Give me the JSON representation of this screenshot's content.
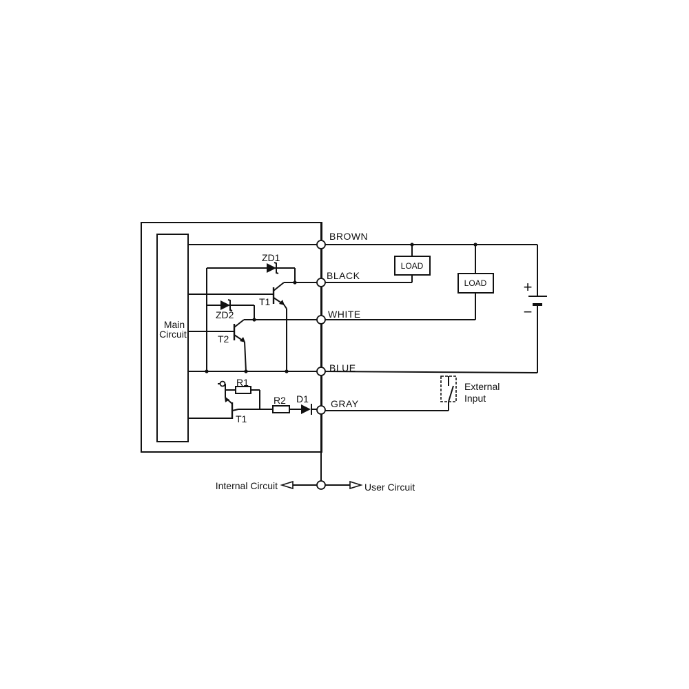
{
  "main_circuit": {
    "line1": "Main",
    "line2": "Circuit"
  },
  "wires": {
    "brown": "BROWN",
    "black": "BLACK",
    "white": "WHITE",
    "blue": "BLUE",
    "gray": "GRAY"
  },
  "components": {
    "zd1": "ZD1",
    "zd2": "ZD2",
    "t1_upper": "T1",
    "t2": "T2",
    "r1": "R1",
    "r2": "R2",
    "d1": "D1",
    "t1_lower": "T1"
  },
  "loads": {
    "load1": "LOAD",
    "load2": "LOAD"
  },
  "battery": {
    "plus": "+",
    "minus": "−"
  },
  "external_input": {
    "line1": "External",
    "line2": "Input"
  },
  "footer": {
    "internal": "Internal Circuit",
    "user": "User Circuit"
  }
}
